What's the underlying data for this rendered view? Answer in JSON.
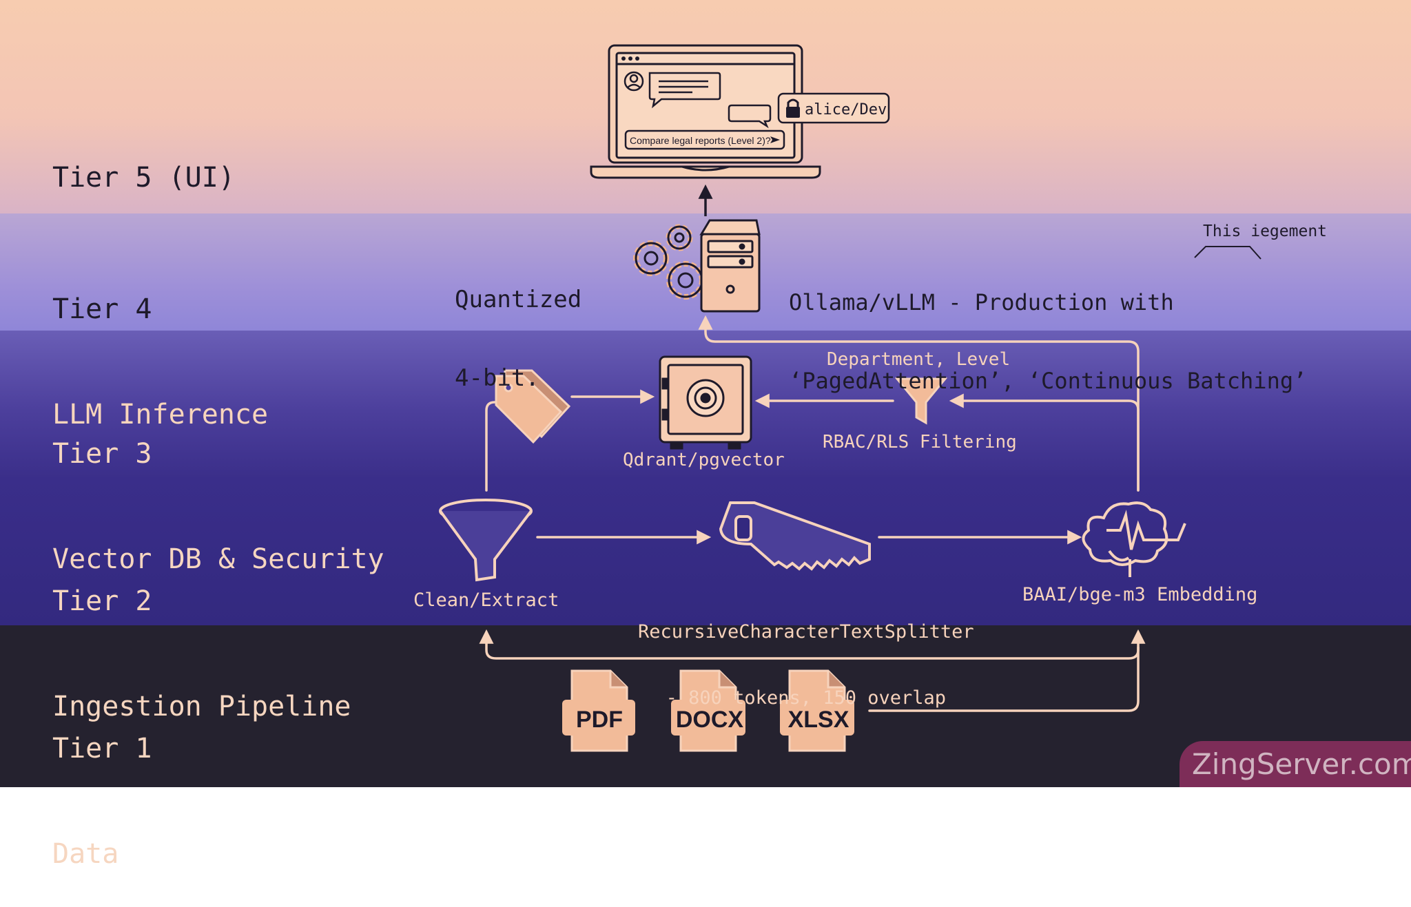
{
  "tiers": {
    "t5": {
      "title": "Tier 5 (UI)"
    },
    "t4": {
      "title": "Tier 4",
      "subtitle": "LLM Inference"
    },
    "t3": {
      "title": "Tier 3",
      "subtitle": "Vector DB & Security"
    },
    "t2": {
      "title": "Tier 2",
      "subtitle": "Ingestion Pipeline"
    },
    "t1": {
      "title": "Tier 1",
      "subtitle": "Data"
    }
  },
  "ui": {
    "user_badge": "alice/Dev",
    "query_input": "Compare legal reports (Level 2)?"
  },
  "inference": {
    "quant_line1": "Quantized",
    "quant_line2": "4-bit.",
    "engine_line1": "Ollama/vLLM - Production with",
    "engine_line2": "‘PagedAttention’, ‘Continuous Batching’",
    "callout": "This iegement"
  },
  "vector": {
    "db_label": "Qdrant/pgvector",
    "filter_top": "Department, Level",
    "filter_bottom": "RBAC/RLS Filtering"
  },
  "pipeline": {
    "clean": "Clean/Extract",
    "splitter_line1": "RecursiveCharacterTextSplitter",
    "splitter_line2": "- 800 tokens, 150 overlap",
    "embedding": "BAAI/bge-m3 Embedding"
  },
  "data": {
    "file1": "PDF",
    "file2": "DOCX",
    "file3": "XLSX"
  },
  "watermark": "ZingServer.com",
  "colors": {
    "peach": "#f7d3bc",
    "stroke_dark": "#1e1a2a",
    "ui_tier": "#f7ccb0",
    "inference_tier": "#9d8fd8",
    "vector_tier": "#4c3f9c",
    "pipeline_tier": "#33297f",
    "data_tier": "#25222f"
  }
}
